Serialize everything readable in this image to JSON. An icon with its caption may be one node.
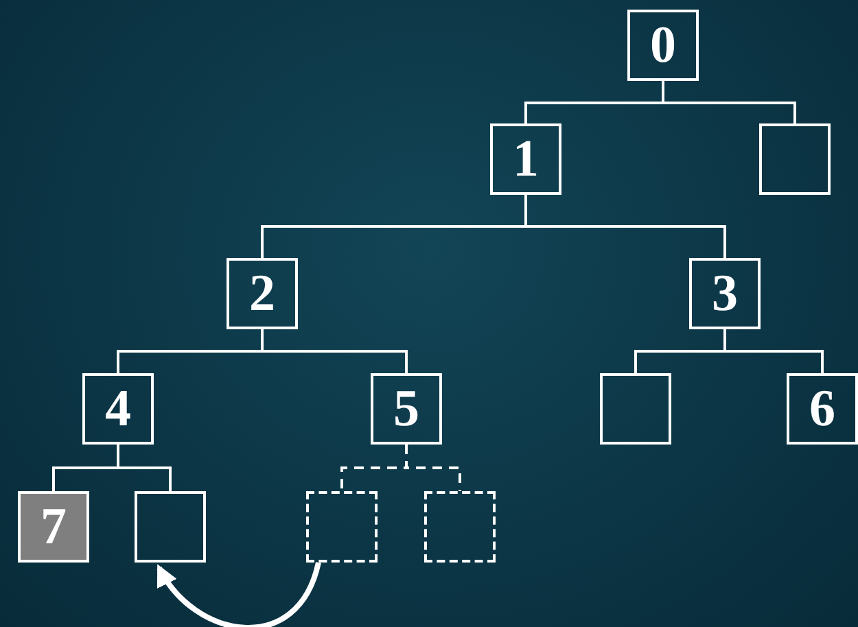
{
  "diagram": {
    "nodes": [
      {
        "text": [
          "0"
        ]
      },
      {
        "text": [
          "1"
        ]
      },
      {
        "text": [],
        "shape": "box"
      },
      {
        "text": [
          "2"
        ]
      },
      {
        "text": [
          "3"
        ]
      },
      {
        "text": [
          "4"
        ]
      },
      {
        "text": [
          "5"
        ]
      },
      {
        "text": [],
        "shape": "box"
      },
      {
        "text": [
          "6"
        ]
      },
      {
        "text": [
          "7"
        ]
      },
      {
        "text": [],
        "shape": "box"
      },
      {
        "text": [],
        "shape": "box"
      },
      {
        "text": [],
        "shape": "box"
      }
    ],
    "edges": [
      {
        "from": 0,
        "to": 1,
        "arrow": "none"
      },
      {
        "from": 0,
        "to": 2,
        "arrow": "none"
      },
      {
        "from": 1,
        "to": 3,
        "arrow": "none"
      },
      {
        "from": 1,
        "to": 4,
        "arrow": "none"
      },
      {
        "from": 3,
        "to": 5,
        "arrow": "none"
      },
      {
        "from": 3,
        "to": 6,
        "arrow": "none"
      },
      {
        "from": 4,
        "to": 7,
        "arrow": "none"
      },
      {
        "from": 4,
        "to": 8,
        "arrow": "none"
      },
      {
        "from": 5,
        "to": 9,
        "arrow": "none"
      },
      {
        "from": 5,
        "to": 10,
        "arrow": "none"
      },
      {
        "from": 6,
        "to": 11,
        "arrow": "none",
        "style": "dashed"
      },
      {
        "from": 6,
        "to": 12,
        "arrow": "none",
        "style": "dashed"
      },
      {
        "from": 11,
        "to": 10,
        "arrow": "to",
        "style": "thick"
      }
    ]
  }
}
